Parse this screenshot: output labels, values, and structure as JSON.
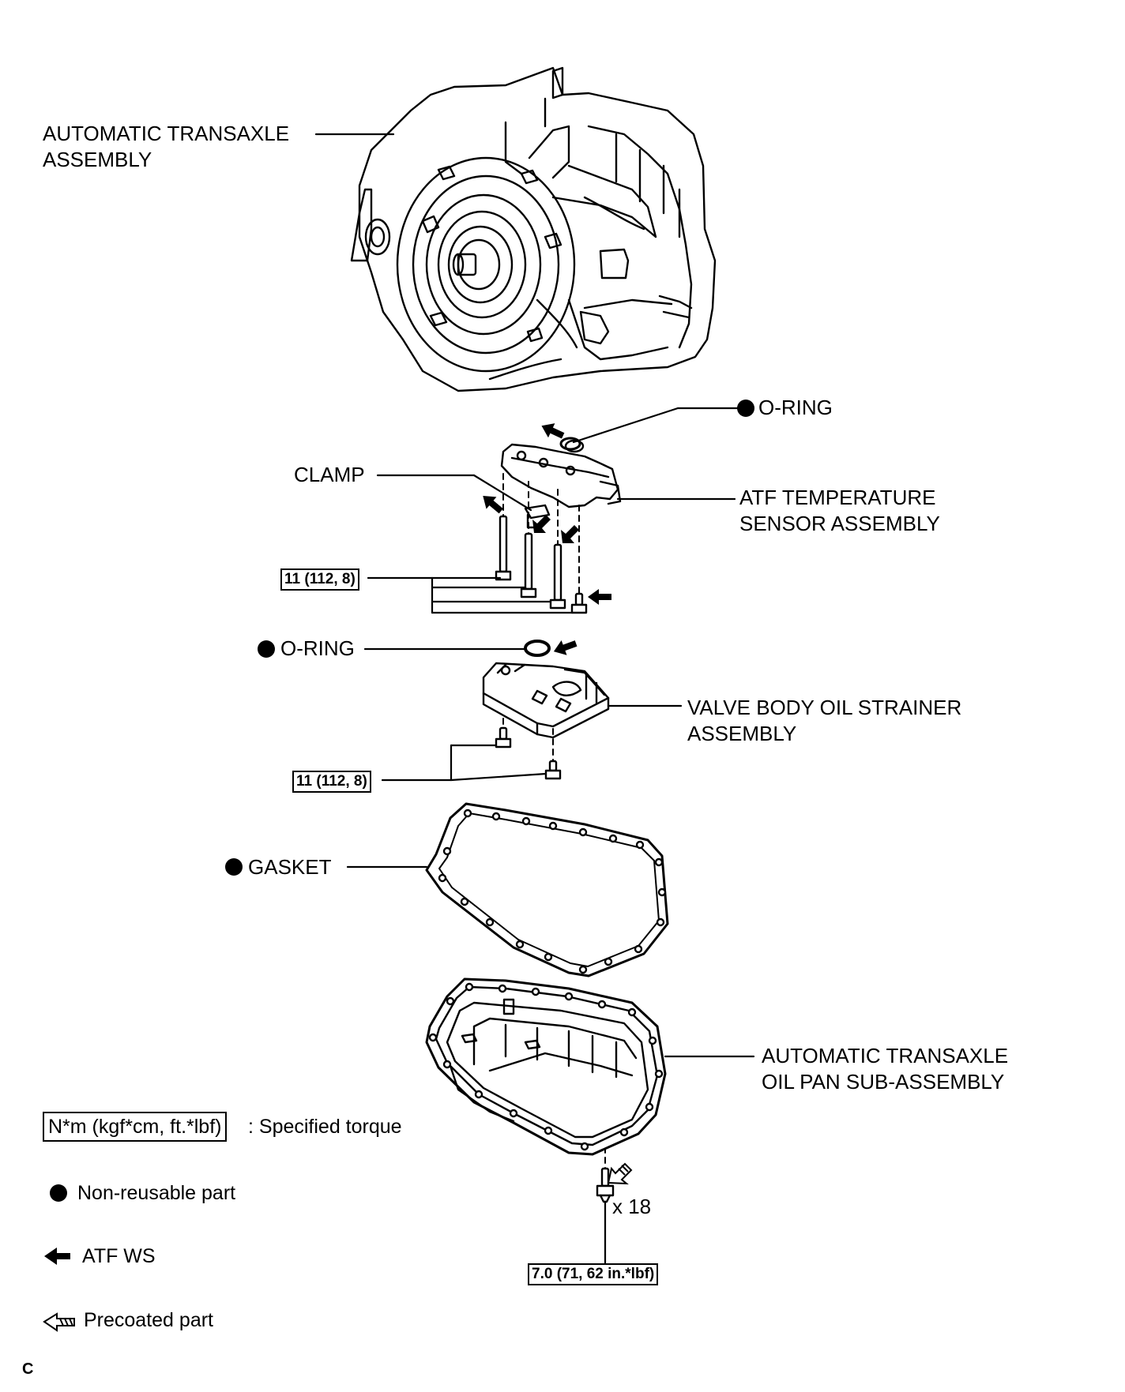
{
  "labels": {
    "transaxle_assembly": [
      "AUTOMATIC TRANSAXLE",
      "ASSEMBLY"
    ],
    "o_ring_top": "O-RING",
    "clamp": "CLAMP",
    "atf_sensor": [
      "ATF TEMPERATURE",
      "SENSOR ASSEMBLY"
    ],
    "o_ring_middle": "O-RING",
    "valve_body_strainer": [
      "VALVE BODY OIL STRAINER",
      "ASSEMBLY"
    ],
    "gasket": "GASKET",
    "oil_pan": [
      "AUTOMATIC TRANSAXLE",
      "OIL PAN SUB-ASSEMBLY"
    ],
    "bolt_count": "x 18"
  },
  "torque": {
    "sensor_bolts": "11 (112, 8)",
    "strainer_bolts": "11 (112, 8)",
    "pan_bolts": "7.0 (71, 62 in.*lbf)"
  },
  "legend": {
    "torque_unit": "N*m (kgf*cm, ft.*lbf)",
    "torque_desc": ": Specified torque",
    "non_reusable": "Non-reusable part",
    "atf_ws": "ATF WS",
    "precoated": "Precoated part"
  },
  "footer_code": "C"
}
